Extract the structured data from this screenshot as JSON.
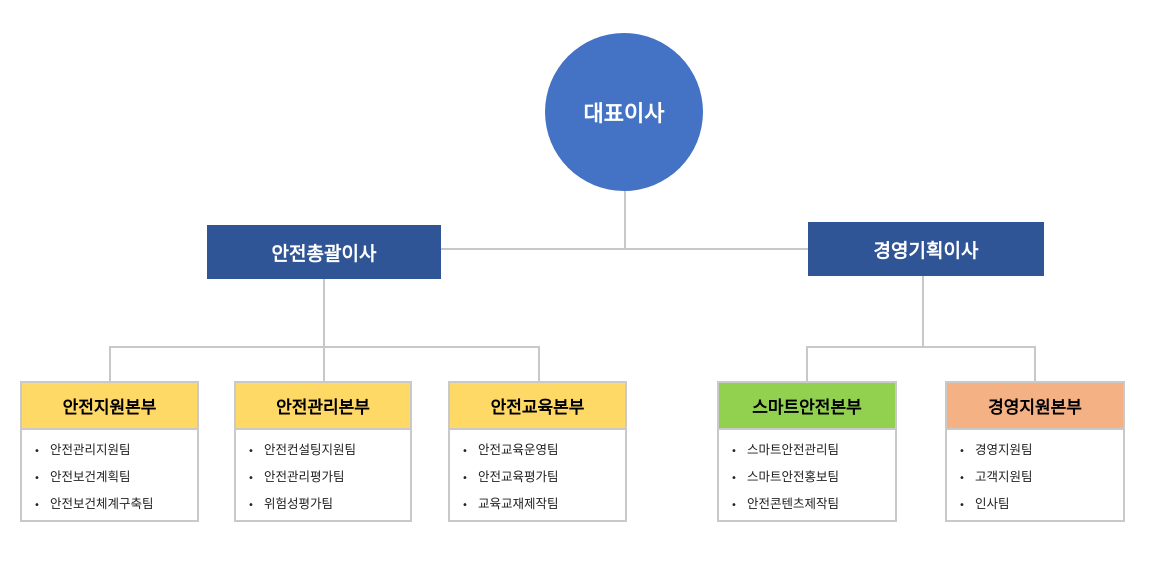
{
  "ceo": {
    "label": "대표이사"
  },
  "directors": [
    {
      "label": "안전총괄이사",
      "color": "#2f5597"
    },
    {
      "label": "경영기획이사",
      "color": "#2f5597"
    }
  ],
  "departments": [
    {
      "name": "안전지원본부",
      "header_color": "#ffd966",
      "teams": [
        "안전관리지원팀",
        "안전보건계획팀",
        "안전보건체계구축팀"
      ]
    },
    {
      "name": "안전관리본부",
      "header_color": "#ffd966",
      "teams": [
        "안전컨설팅지원팀",
        "안전관리평가팀",
        "위험성평가팀"
      ]
    },
    {
      "name": "안전교육본부",
      "header_color": "#ffd966",
      "teams": [
        "안전교육운영팀",
        "안전교육평가팀",
        "교육교재제작팀"
      ]
    },
    {
      "name": "스마트안전본부",
      "header_color": "#92d050",
      "teams": [
        "스마트안전관리팀",
        "스마트안전홍보팀",
        "안전콘텐츠제작팀"
      ]
    },
    {
      "name": "경영지원본부",
      "header_color": "#f4b183",
      "teams": [
        "경영지원팀",
        "고객지원팀",
        "인사팀"
      ]
    }
  ],
  "bullet": "•",
  "colors": {
    "ceo": "#4472c4",
    "connector": "#c8c8c8",
    "border": "#c9c9c9"
  }
}
